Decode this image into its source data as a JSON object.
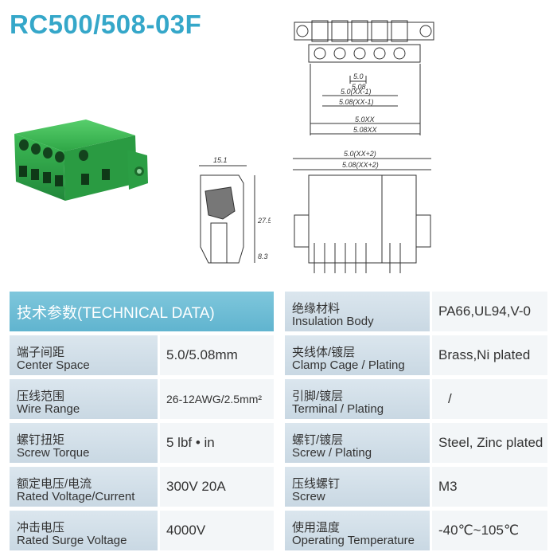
{
  "title": "RC500/508-03F",
  "dims": {
    "top": [
      "5.0",
      "5.08",
      "5.0(XX-1)",
      "5.08(XX-1)",
      "5.0XX",
      "5.08XX"
    ],
    "side": [
      "15.1",
      "27.5",
      "8.3"
    ],
    "front": [
      "5.0(XX+2)",
      "5.08(XX+2)"
    ]
  },
  "table": {
    "header": "技术参数(TECHNICAL DATA)",
    "left": [
      {
        "cn": "端子间距",
        "en": "Center Space",
        "value": "5.0/5.08mm"
      },
      {
        "cn": "压线范围",
        "en": "Wire Range",
        "value": "26-12AWG/2.5mm²"
      },
      {
        "cn": "螺钉扭矩",
        "en": "Screw Torque",
        "value": "5 lbf • in"
      },
      {
        "cn": "额定电压/电流",
        "en": "Rated Voltage/Current",
        "value": "300V 20A"
      },
      {
        "cn": "冲击电压",
        "en": "Rated Surge Voltage",
        "value": "4000V"
      }
    ],
    "right": [
      {
        "cn": "绝缘材料",
        "en": "Insulation Body",
        "value": "PA66,UL94,V-0"
      },
      {
        "cn": "夹线体/镀层",
        "en": "Clamp Cage / Plating",
        "value": "Brass,Ni plated"
      },
      {
        "cn": "引脚/镀层",
        "en": "Terminal / Plating",
        "value": "/"
      },
      {
        "cn": "螺钉/镀层",
        "en": "Screw / Plating",
        "value": "Steel, Zinc plated"
      },
      {
        "cn": "压线螺钉",
        "en": "Screw",
        "value": "M3"
      },
      {
        "cn": "使用温度",
        "en": "Operating Temperature",
        "value": "-40℃~105℃"
      }
    ]
  },
  "colors": {
    "title": "#35a7c9",
    "header": "#6fbdd6",
    "label": "#d2dfe8",
    "value": "#f3f6f8",
    "product": "#2fae4a"
  }
}
